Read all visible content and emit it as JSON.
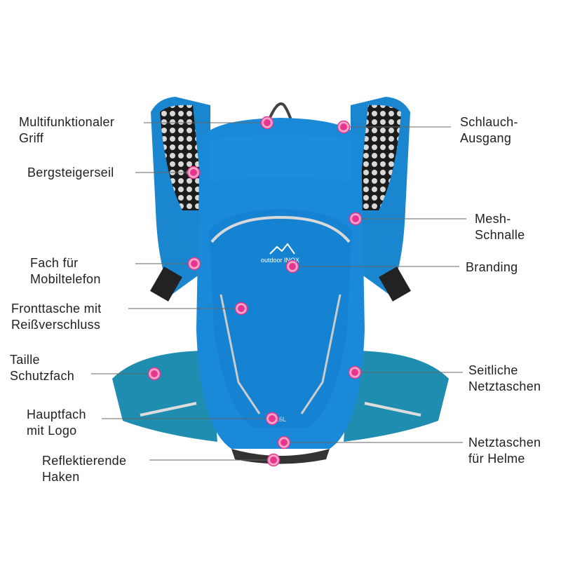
{
  "product": {
    "logo_text": "outdoor INOX",
    "capacity_print": "16L"
  },
  "colors": {
    "bag_blue": "#1a8ad8",
    "bag_dark_blue": "#0f6fb8",
    "side_teal": "#1f8db0",
    "marker_pink": "#e8368f",
    "mesh_black": "#222222"
  },
  "callouts": {
    "left": [
      {
        "lines": [
          "Multifunktionaler",
          "Griff"
        ]
      },
      {
        "lines": [
          "Bergsteigerseil"
        ]
      },
      {
        "lines": [
          "Fach für",
          "Mobiltelefon"
        ]
      },
      {
        "lines": [
          "Fronttasche mit",
          "Reißverschluss"
        ]
      },
      {
        "lines": [
          "Taille",
          "Schutzfach"
        ]
      },
      {
        "lines": [
          "Hauptfach",
          "mit Logo"
        ]
      },
      {
        "lines": [
          "Reflektierende",
          "Haken"
        ]
      }
    ],
    "right": [
      {
        "lines": [
          "Schlauch-",
          "Ausgang"
        ]
      },
      {
        "lines": [
          "Mesh-",
          "Schnalle"
        ]
      },
      {
        "lines": [
          "Branding"
        ]
      },
      {
        "lines": [
          "Seitliche",
          "Netztaschen"
        ]
      },
      {
        "lines": [
          "Netztaschen",
          "für Helme"
        ]
      }
    ]
  }
}
